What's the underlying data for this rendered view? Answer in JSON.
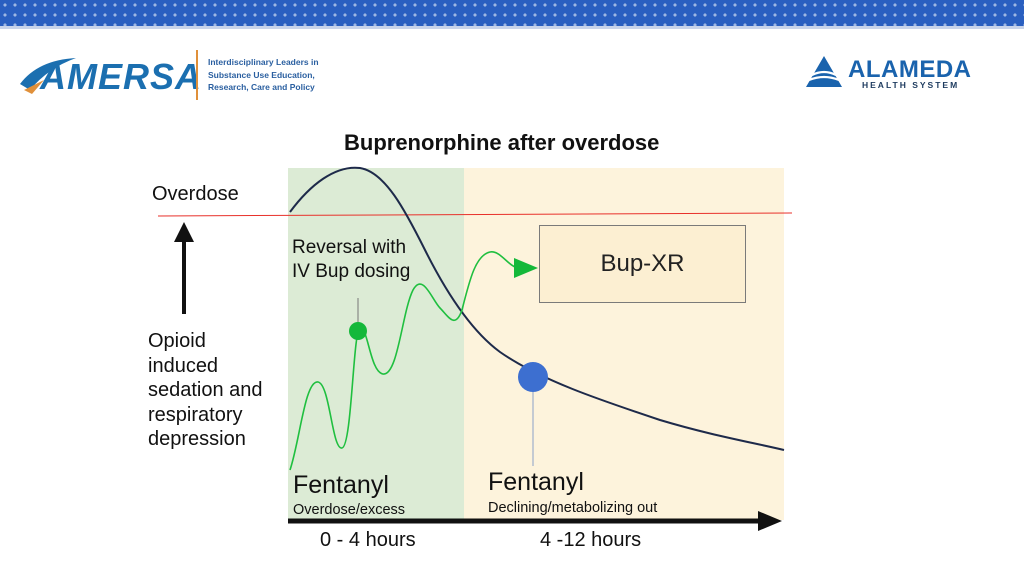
{
  "header": {
    "amersa": {
      "name": "AMERSA",
      "tagline": [
        "Interdisciplinary Leaders in",
        "Substance Use Education,",
        "Research, Care and Policy"
      ]
    },
    "alameda": {
      "name": "ALAMEDA",
      "subtitle": "HEALTH SYSTEM"
    }
  },
  "slide": {
    "title": "Buprenorphine after overdose"
  },
  "diagram": {
    "overdose_label": "Overdose",
    "sedation_label": [
      "Opioid",
      "induced",
      "sedation and",
      "respiratory",
      "depression"
    ],
    "reversal_label": [
      "Reversal with",
      "IV Bup dosing"
    ],
    "bup_xr_label": "Bup-XR",
    "phase1": {
      "drug": "Fentanyl",
      "note": "Overdose/excess",
      "time": "0 - 4 hours"
    },
    "phase2": {
      "drug": "Fentanyl",
      "note": "Declining/metabolizing out",
      "time": "4 -12 hours"
    },
    "colors": {
      "phase1_bg": "#dcebd5",
      "phase2_bg": "#fdf3dc",
      "fentanyl_curve": "#1e2a4a",
      "bup_curve": "#1fbf3f",
      "overdose_line": "#e8302a",
      "marker_blue": "#3d6fd0",
      "marker_green": "#14b83a",
      "brand_blue": "#1a63ad",
      "topbar": "#2a5fc0"
    }
  }
}
